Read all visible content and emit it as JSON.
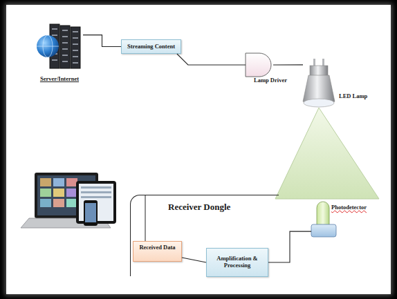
{
  "diagram": {
    "nodes": [
      {
        "text": [
          "Server/Internet"
        ]
      },
      {
        "text": [
          "Streaming Content"
        ]
      },
      {
        "text": [
          "Lamp Driver"
        ]
      },
      {
        "text": [
          "LED Lamp"
        ]
      },
      {
        "text": [
          "Receiver Dongle"
        ]
      },
      {
        "text": [
          "Photodetector"
        ],
        "in": 4
      },
      {
        "text": [
          "Received Data"
        ],
        "in": 4
      },
      {
        "text": [
          "Amplification & Processing"
        ],
        "in": 4
      }
    ],
    "edges": [
      {
        "from": 0,
        "to": 1,
        "arrow": "none"
      },
      {
        "from": 1,
        "to": 2,
        "arrow": "none"
      },
      {
        "from": 2,
        "to": 3,
        "arrow": "none"
      },
      {
        "from": 5,
        "to": 7,
        "arrow": "none"
      },
      {
        "from": 7,
        "to": 6,
        "arrow": "none"
      }
    ]
  }
}
